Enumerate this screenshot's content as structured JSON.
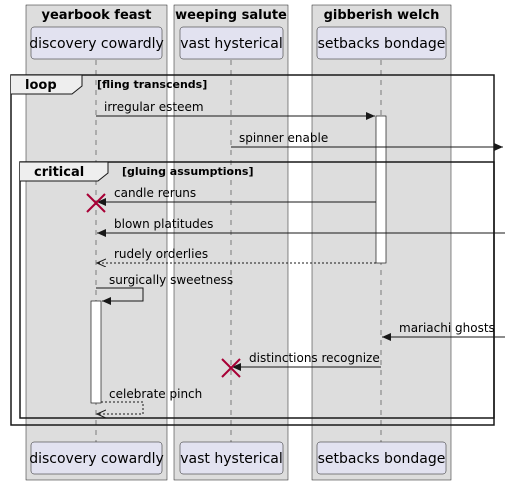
{
  "groups": [
    {
      "title": "yearbook feast",
      "participant": "discovery cowardly"
    },
    {
      "title": "weeping salute",
      "participant": "vast hysterical"
    },
    {
      "title": "gibberish welch",
      "participant": "setbacks bondage"
    }
  ],
  "fragments": {
    "loop": {
      "keyword": "loop",
      "guard": "[fling transcends]"
    },
    "critical": {
      "keyword": "critical",
      "guard": "[gluing assumptions]"
    }
  },
  "messages": [
    {
      "label": "irregular esteem"
    },
    {
      "label": "spinner enable"
    },
    {
      "label": "candle reruns"
    },
    {
      "label": "blown platitudes"
    },
    {
      "label": "rudely orderlies"
    },
    {
      "label": "surgically sweetness"
    },
    {
      "label": "mariachi ghosts"
    },
    {
      "label": "distinctions recognize"
    },
    {
      "label": "celebrate pinch"
    }
  ],
  "colors": {
    "group_fill": "#dddddd",
    "participant_fill": "#e2e2f0",
    "destroy_mark": "#a80036",
    "line": "#181818"
  }
}
